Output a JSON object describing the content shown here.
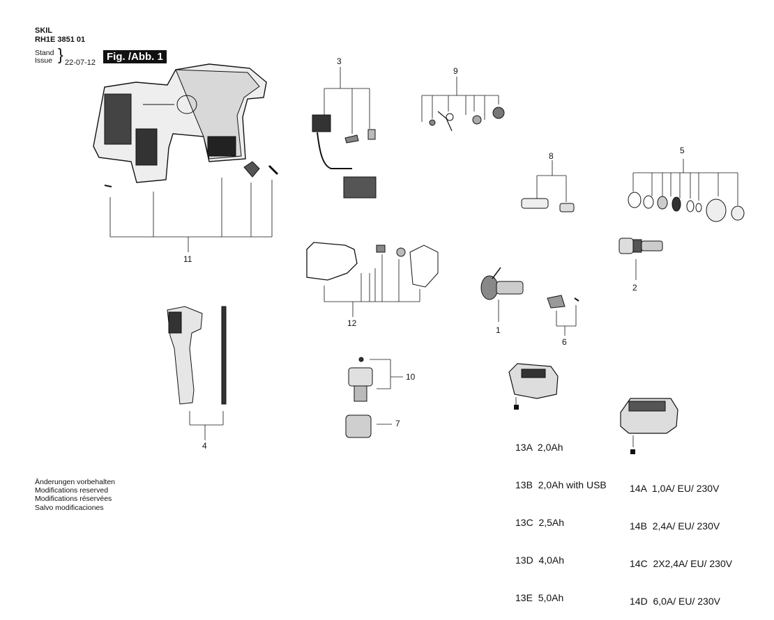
{
  "header": {
    "brand": "SKIL",
    "model": "RH1E 3851 01",
    "stand": "Stand",
    "issue": "Issue",
    "date": "22-07-12",
    "figure": "Fig. /Abb. 1"
  },
  "callouts": {
    "c1": "1",
    "c2": "2",
    "c3": "3",
    "c4": "4",
    "c5": "5",
    "c6": "6",
    "c7": "7",
    "c8": "8",
    "c9": "9",
    "c10": "10",
    "c11": "11",
    "c12": "12"
  },
  "battery_variants": [
    {
      "code": "13A",
      "spec": "2,0Ah"
    },
    {
      "code": "13B",
      "spec": "2,0Ah with USB"
    },
    {
      "code": "13C",
      "spec": "2,5Ah"
    },
    {
      "code": "13D",
      "spec": "4,0Ah"
    },
    {
      "code": "13E",
      "spec": "5,0Ah"
    }
  ],
  "charger_variants": [
    {
      "code": "14A",
      "spec": "1,0A/ EU/ 230V"
    },
    {
      "code": "14B",
      "spec": "2,4A/ EU/ 230V"
    },
    {
      "code": "14C",
      "spec": "2X2,4A/ EU/ 230V"
    },
    {
      "code": "14D",
      "spec": "6,0A/ EU/ 230V"
    }
  ],
  "notes": [
    "Änderungen vorbehalten",
    "Modifications reserved",
    "Modifications réservées",
    "Salvo modificaciones"
  ],
  "icons": {
    "housing": "housing-drawing-icon",
    "battery": "battery-pack-icon",
    "charger": "charger-icon"
  }
}
